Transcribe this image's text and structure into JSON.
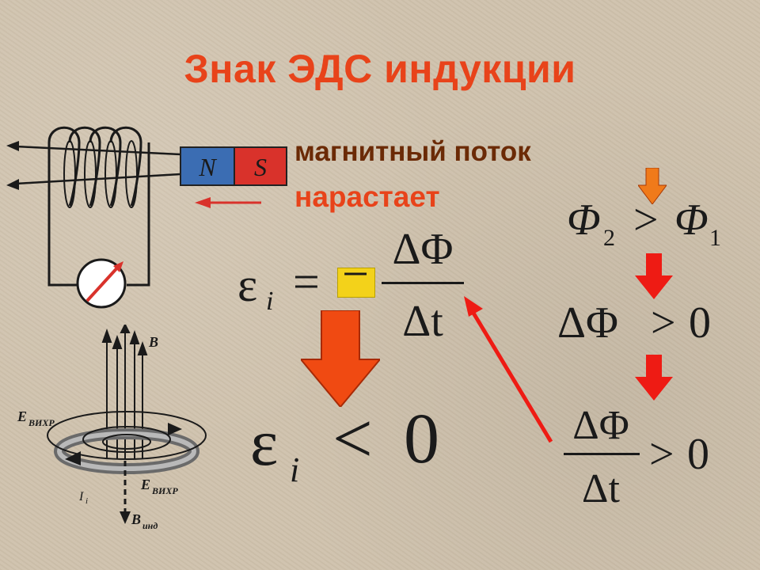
{
  "title": "Знак ЭДС индукции",
  "caption": {
    "line1": "магнитный поток",
    "line2": "нарастает"
  },
  "magnet": {
    "north_label": "N",
    "south_label": "S"
  },
  "formula": {
    "emf_symbol": "ε",
    "emf_subscript": "i",
    "equals": "=",
    "minus": "−",
    "numerator": "ΔΦ",
    "denominator": "Δt"
  },
  "result": {
    "emf_symbol": "ε",
    "emf_subscript": "i",
    "relation": "<",
    "value": "0"
  },
  "chain": {
    "step1": {
      "left": "Φ",
      "left_sub": "2",
      "relation": ">",
      "right": "Φ",
      "right_sub": "1"
    },
    "step2": {
      "left": "ΔΦ",
      "relation": ">",
      "right": "0"
    },
    "step3": {
      "numerator": "ΔΦ",
      "denominator": "Δt",
      "relation": ">",
      "right": "0"
    }
  },
  "ring_diagram": {
    "b_label": "B",
    "e_label_top": "E",
    "e_sub_top": "ВИХР",
    "current_label": "I",
    "current_sub": "i",
    "e_label_bottom": "E",
    "e_sub_bottom": "ВИХР",
    "b_ind_label": "B",
    "b_ind_sub": "инд"
  },
  "colors": {
    "title": "#e8431a",
    "caption_dark": "#6b2a06",
    "arrow_red": "#ee1b14",
    "arrow_orange": "#f04a12",
    "magnet_blue": "#3b6db3",
    "magnet_red": "#d9322b",
    "highlight": "#f3d21a"
  }
}
